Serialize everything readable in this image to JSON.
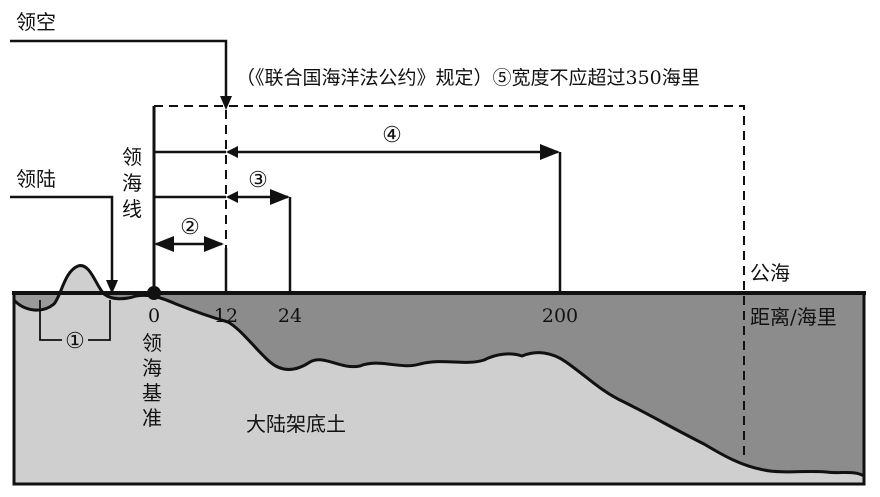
{
  "labels": {
    "airspace": "领空",
    "land": "领陆",
    "territorial_line": [
      "领",
      "海",
      "线"
    ],
    "baseline": [
      "领",
      "海",
      "基",
      "准"
    ],
    "high_seas": "公海",
    "distance_unit": "距离/海里",
    "shelf_subsoil": "大陆架底土",
    "note": "（《联合国海洋法公约》规定）⑤宽度不应超过350海里"
  },
  "zones": {
    "z1": "①",
    "z2": "②",
    "z3": "③",
    "z4": "④"
  },
  "ticks": [
    "0",
    "12",
    "24",
    "200"
  ],
  "colors": {
    "sea": "#8c8c8c",
    "land": "#cfcfcf",
    "ink": "#111111"
  }
}
